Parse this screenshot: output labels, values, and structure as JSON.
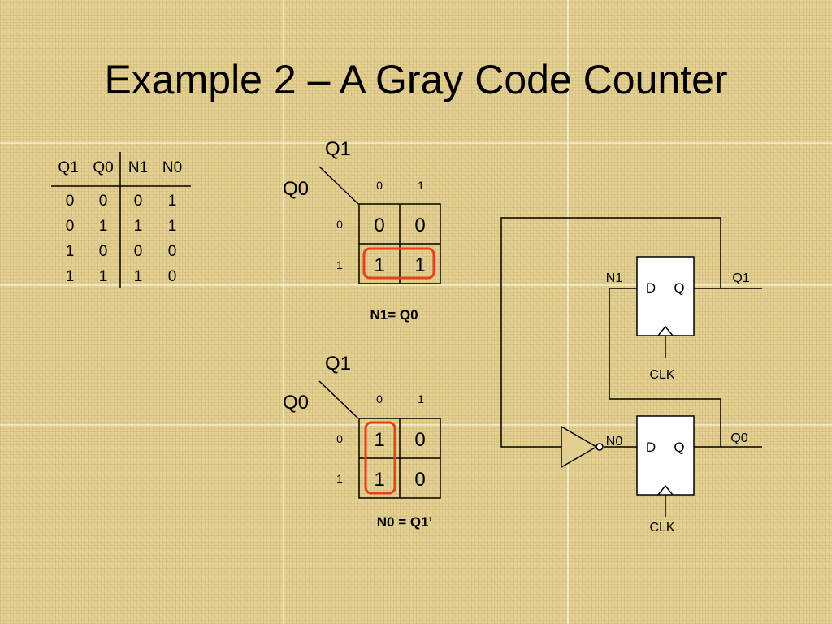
{
  "title": "Example 2 – A Gray Code Counter",
  "truth_table": {
    "headers": [
      "Q1",
      "Q0",
      "N1",
      "N0"
    ],
    "rows": [
      [
        "0",
        "0",
        "0",
        "1"
      ],
      [
        "0",
        "1",
        "1",
        "1"
      ],
      [
        "1",
        "0",
        "0",
        "0"
      ],
      [
        "1",
        "1",
        "1",
        "0"
      ]
    ]
  },
  "kmaps": [
    {
      "col_var": "Q1",
      "row_var": "Q0",
      "col_labels": [
        "0",
        "1"
      ],
      "row_labels": [
        "0",
        "1"
      ],
      "cells": [
        [
          "0",
          "0"
        ],
        [
          "1",
          "1"
        ]
      ],
      "grouping": "row 1 (both columns)",
      "equation": "N1= Q0"
    },
    {
      "col_var": "Q1",
      "row_var": "Q0",
      "col_labels": [
        "0",
        "1"
      ],
      "row_labels": [
        "0",
        "1"
      ],
      "cells": [
        [
          "1",
          "0"
        ],
        [
          "1",
          "0"
        ]
      ],
      "grouping": "column 0 (both rows)",
      "equation": "N0 = Q1’"
    }
  ],
  "circuit": {
    "ff1": {
      "d_label": "D",
      "q_label": "Q",
      "input_label": "N1",
      "output_label": "Q1",
      "clock_label": "CLK"
    },
    "ff0": {
      "d_label": "D",
      "q_label": "Q",
      "input_label": "N0",
      "output_label": "Q0",
      "clock_label": "CLK"
    },
    "gate": "inverter"
  },
  "colors": {
    "group_outline": "#e8401c",
    "ink": "#000000",
    "flipflop_fill": "#ffffff"
  }
}
